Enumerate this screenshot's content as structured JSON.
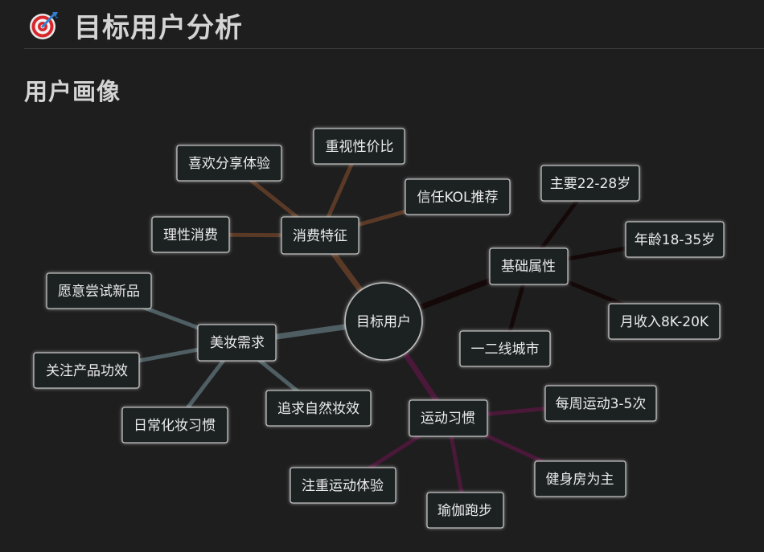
{
  "header": {
    "title": "目标用户分析",
    "icon": "dart-target-icon"
  },
  "section": {
    "title": "用户画像"
  },
  "mindmap": {
    "root": {
      "label": "目标用户"
    },
    "branches": [
      {
        "id": "consumption",
        "label": "消费特征",
        "color": "#5a3a27",
        "children": [
          {
            "label": "喜欢分享体验"
          },
          {
            "label": "重视性价比"
          },
          {
            "label": "信任KOL推荐"
          },
          {
            "label": "理性消费"
          }
        ]
      },
      {
        "id": "basic",
        "label": "基础属性",
        "color": "#140808",
        "children": [
          {
            "label": "主要22-28岁"
          },
          {
            "label": "年龄18-35岁"
          },
          {
            "label": "月收入8K-20K"
          },
          {
            "label": "一二线城市"
          }
        ]
      },
      {
        "id": "beauty",
        "label": "美妆需求",
        "color": "#4e5e63",
        "children": [
          {
            "label": "愿意尝试新品"
          },
          {
            "label": "关注产品功效"
          },
          {
            "label": "日常化妆习惯"
          },
          {
            "label": "追求自然妆效"
          }
        ]
      },
      {
        "id": "sport",
        "label": "运动习惯",
        "color": "#4a1838",
        "children": [
          {
            "label": "每周运动3-5次"
          },
          {
            "label": "健身房为主"
          },
          {
            "label": "瑜伽跑步"
          },
          {
            "label": "注重运动体验"
          }
        ]
      }
    ]
  }
}
